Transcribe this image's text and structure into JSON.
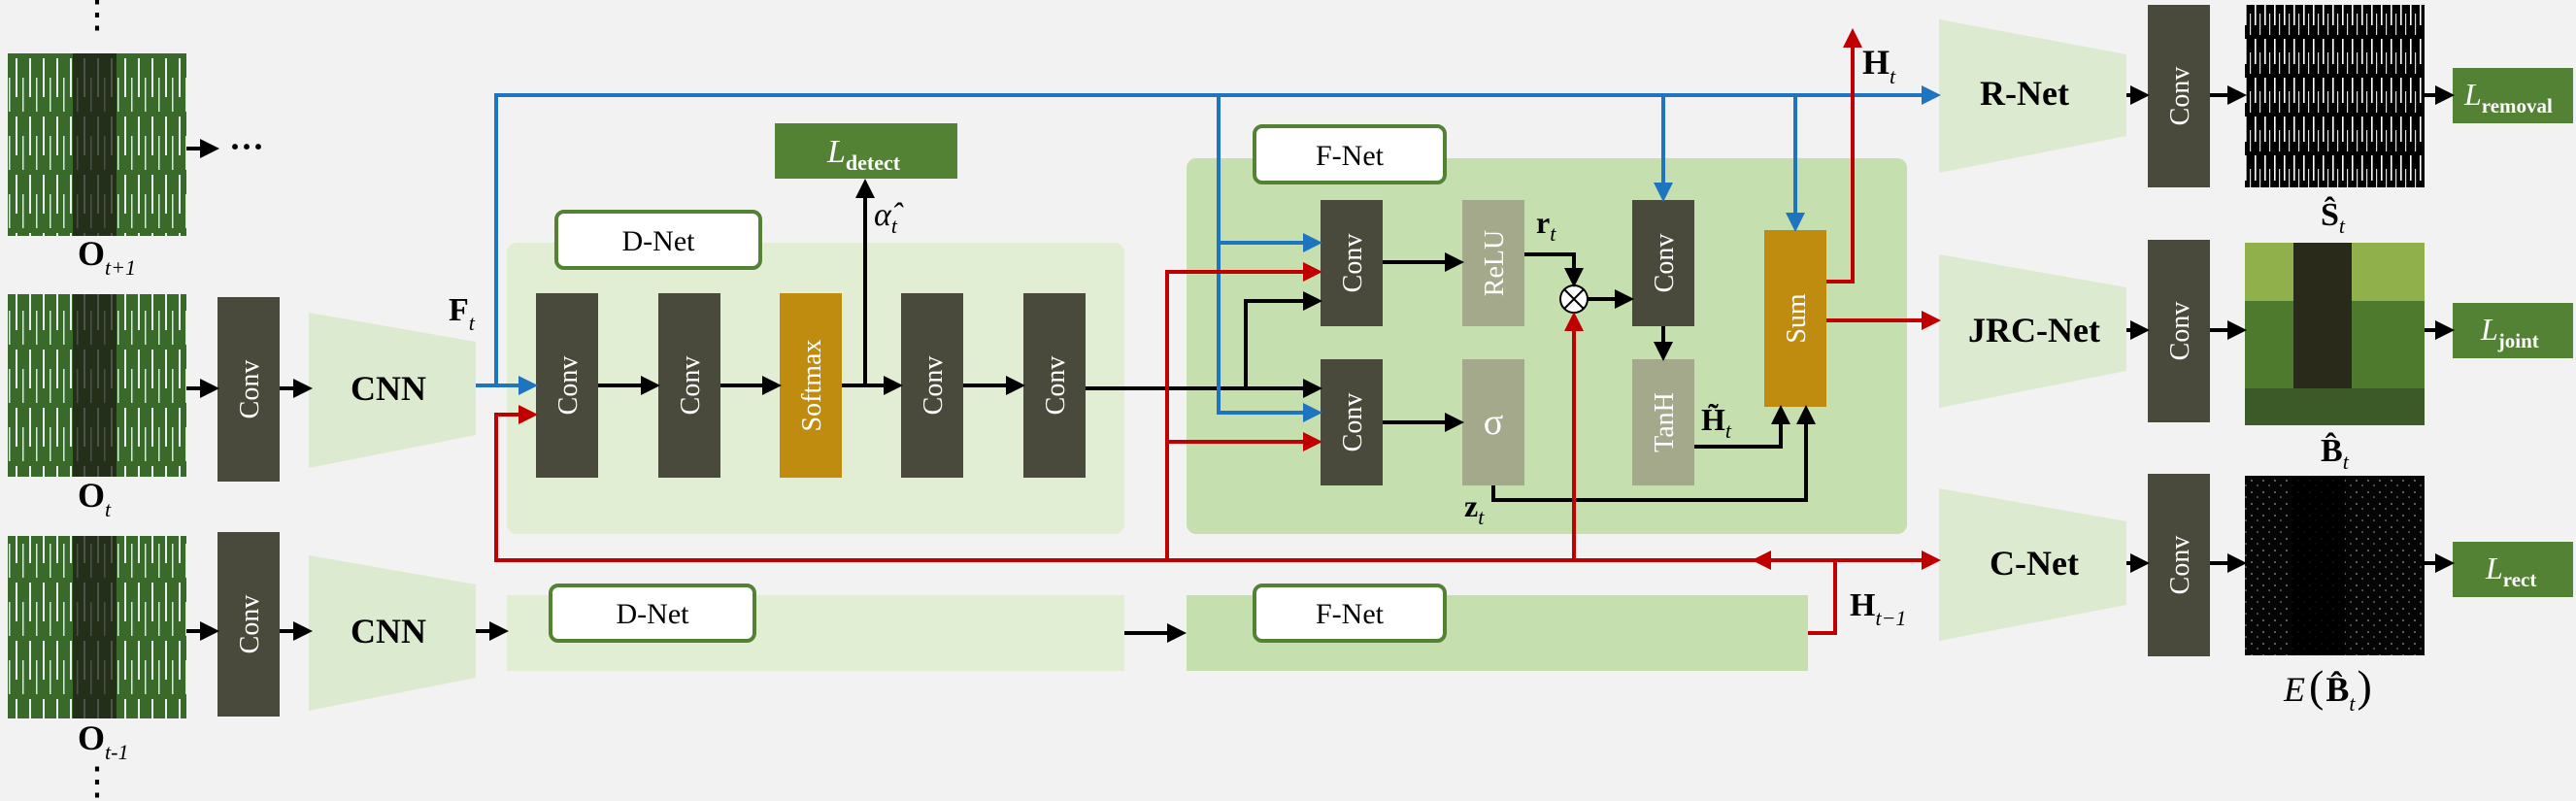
{
  "labels": {
    "dots_top": "⋮",
    "dots_bottom": "⋮",
    "ellipsis": "···",
    "frame_next": {
      "base": "O",
      "sub": "t+1"
    },
    "frame_cur": {
      "base": "O",
      "sub": "t"
    },
    "frame_prev": {
      "base": "O",
      "sub": "t-1"
    },
    "feature": {
      "base": "F",
      "sub": "t"
    },
    "cnn": "CNN",
    "conv": "Conv",
    "softmax": "Softmax",
    "relu": "ReLU",
    "tanh": "TanH",
    "sigma": "σ",
    "sum": "Sum",
    "dnet": "D-Net",
    "fnet": "F-Net",
    "rnet": "R-Net",
    "jrcnet": "JRC-Net",
    "cnet": "C-Net",
    "alpha": {
      "base": "α̂",
      "sub": "t"
    },
    "r": {
      "base": "r",
      "sub": "t"
    },
    "z": {
      "base": "z",
      "sub": "t"
    },
    "h_tilde": {
      "base": "H̃",
      "sub": "t"
    },
    "h_t": {
      "base": "H",
      "sub": "t"
    },
    "h_prev": {
      "base": "H",
      "sub": "t−1"
    },
    "s_hat": {
      "base": "Ŝ",
      "sub": "t"
    },
    "b_hat": {
      "base": "B̂",
      "sub": "t"
    },
    "e_b": {
      "pre": "E",
      "base": "B̂",
      "sub": "t"
    },
    "otimes": "⊗",
    "loss_detect": {
      "base": "L",
      "sub": "detect"
    },
    "loss_removal": {
      "base": "L",
      "sub": "removal"
    },
    "loss_joint": {
      "base": "L",
      "sub": "joint"
    },
    "loss_rect": {
      "base": "L",
      "sub": "rect"
    }
  },
  "colors": {
    "conv": "#4a4a3c",
    "softmax": "#c08c10",
    "sum": "#c08c10",
    "act": "#a4a98c",
    "panel_light": "#e2eed4",
    "panel_fnet": "#c5e0ae",
    "trap": "#dcebd0",
    "loss": "#548235",
    "blue": "#1f74c0",
    "red": "#c00000",
    "black": "#000000"
  }
}
